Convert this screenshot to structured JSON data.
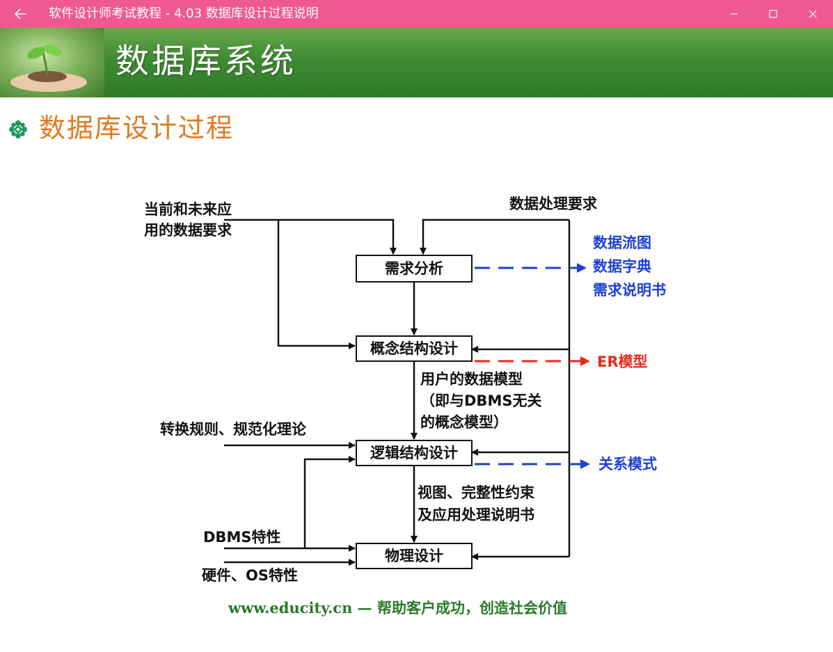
{
  "window": {
    "title": "软件设计师考试教程 - 4.03  数据库设计过程说明",
    "back_icon": "back-arrow-icon",
    "min_icon": "minimize-icon",
    "max_icon": "maximize-icon",
    "close_icon": "close-icon"
  },
  "slide": {
    "banner_title": "数据库系统",
    "section_title": "数据库设计过程",
    "bullet_icon": "flower-bullet-icon",
    "footer": "www.educity.cn — 帮助客户成功，创造社会价值"
  },
  "diagram": {
    "boxes": {
      "requirements": "需求分析",
      "conceptual": "概念结构设计",
      "logical": "逻辑结构设计",
      "physical": "物理设计"
    },
    "inputs": {
      "app_data_line1": "当前和未来应",
      "app_data_line2": "用的数据要求",
      "processing": "数据处理要求",
      "rules": "转换规则、规范化理论",
      "dbms": "DBMS特性",
      "hardware": "硬件、OS特性"
    },
    "flows": {
      "user_model_line1": "用户的数据模型",
      "user_model_line2": "（即与DBMS无关",
      "user_model_line3": "的概念模型）",
      "views_line1": "视图、完整性约束",
      "views_line2": "及应用处理说明书"
    },
    "outputs": {
      "req_line1": "数据流图",
      "req_line2": "数据字典",
      "req_line3": "需求说明书",
      "er": "ER模型",
      "relational": "关系模式"
    },
    "colors": {
      "blue": "#1d3fd6",
      "red": "#e8281c",
      "line": "#111111"
    }
  }
}
